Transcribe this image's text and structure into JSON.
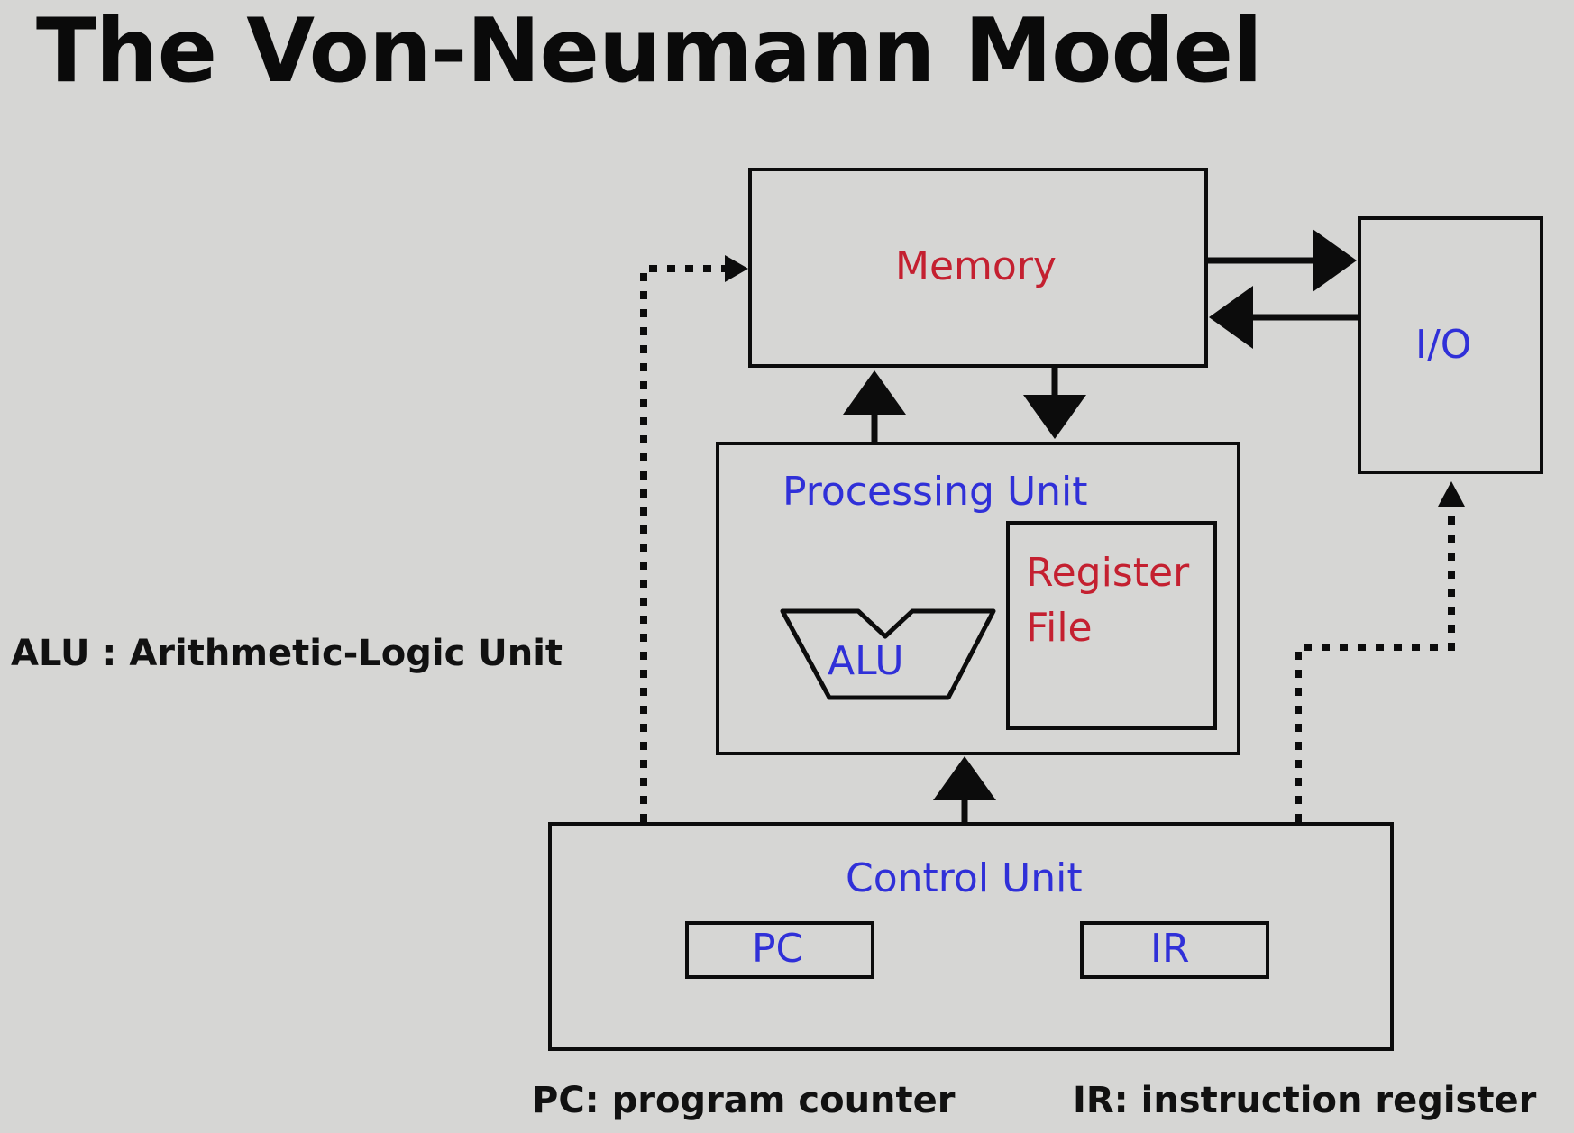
{
  "slide": {
    "title": "The Von-Neumann Model",
    "notes": {
      "alu": "ALU : Arithmetic-Logic Unit",
      "pc": "PC: program counter",
      "ir": "IR: instruction register"
    }
  },
  "diagram": {
    "memory_label": "Memory",
    "io_label": "I/O",
    "processing_unit_label": "Processing Unit",
    "register_file_label_line1": "Register",
    "register_file_label_line2": "File",
    "alu_label": "ALU",
    "control_unit_label": "Control Unit",
    "pc_label": "PC",
    "ir_label": "IR",
    "colors": {
      "memory_text": "#c42030",
      "register_text": "#c42030",
      "unit_text": "#3030d8",
      "lines": "#0c0c0c",
      "background": "#d6d6d4"
    }
  }
}
